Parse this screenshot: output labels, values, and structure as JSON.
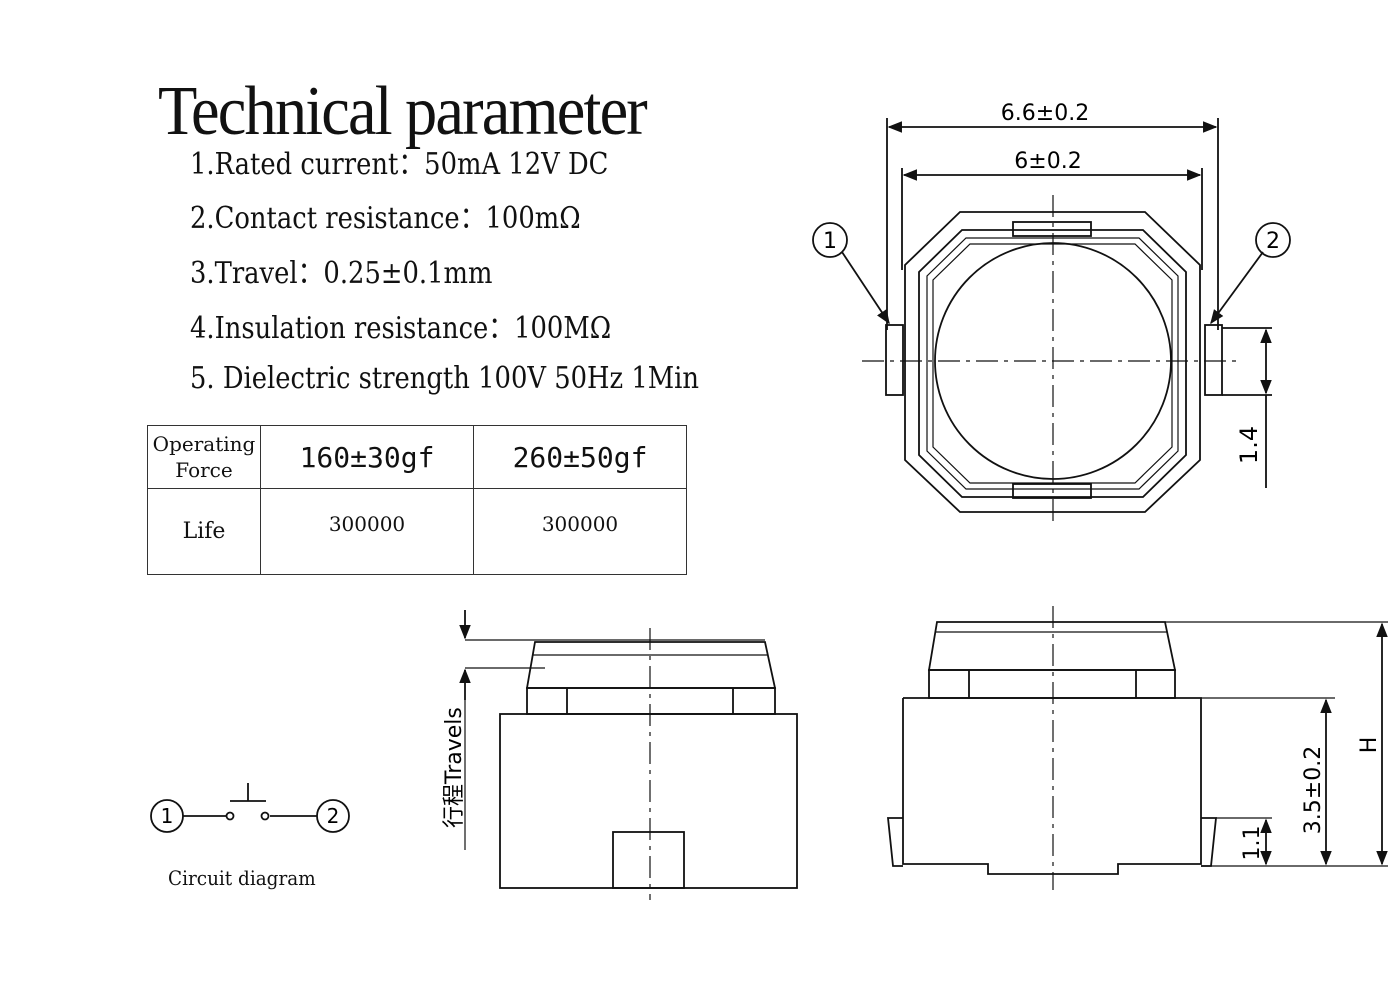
{
  "title": "Technical parameter",
  "parameters": [
    "1.Rated current：50mA 12V DC",
    "2.Contact resistance：100mΩ",
    "3.Travel：0.25±0.1mm",
    "4.Insulation resistance：100MΩ",
    "5. Dielectric strength 100V 50Hz 1Min"
  ],
  "table": {
    "operating_force_label": "Operating Force",
    "life_label": "Life",
    "force_values": [
      "160±30gf",
      "260±50gf"
    ],
    "life_values": [
      "300000",
      "300000"
    ]
  },
  "circuit": {
    "caption": "Circuit diagram",
    "pin1": "1",
    "pin2": "2"
  },
  "top_view": {
    "dim_outer": "6.6±0.2",
    "dim_inner": "6±0.2",
    "dim_pin": "1.4",
    "pin1": "1",
    "pin2": "2"
  },
  "side_view": {
    "travel_label": "行程Travels"
  },
  "front_view": {
    "dim_body": "3.5±0.2",
    "dim_lead": "1.1",
    "dim_height": "H"
  }
}
